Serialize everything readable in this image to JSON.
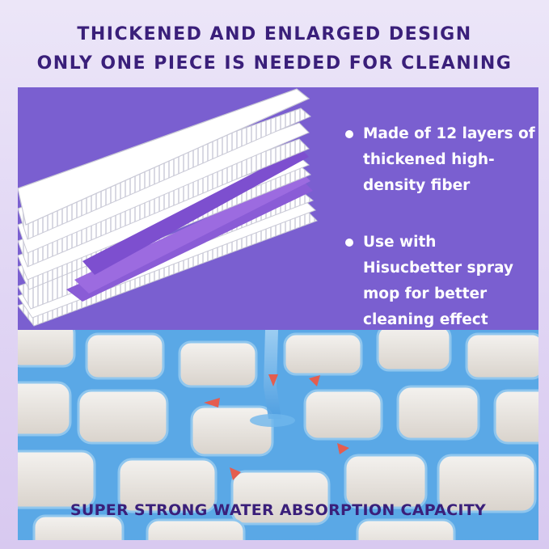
{
  "headline": {
    "line1": "THICKENED AND ENLARGED DESIGN",
    "line2": "ONLY ONE PIECE IS NEEDED FOR CLEANING"
  },
  "features": [
    {
      "text": "Made of 12 layers of thickened high-density fiber"
    },
    {
      "text": "Use with Hisucbetter spray mop for better cleaning effect"
    }
  ],
  "caption": "SUPER STRONG WATER ABSORPTION CAPACITY",
  "colors": {
    "headline": "#3a1f7a",
    "panel": "#7a5fd0",
    "fiber_purple": "#8a5cd6",
    "water_blue": "#5aa8e6"
  }
}
